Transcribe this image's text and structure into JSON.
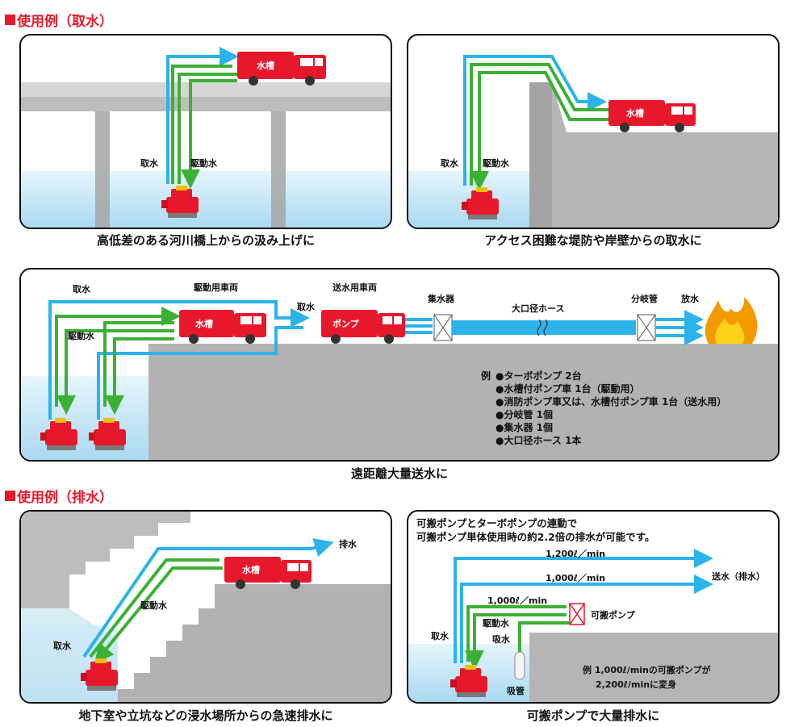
{
  "section_intake": {
    "title": "使用例（取水）"
  },
  "section_drain": {
    "title": "使用例（排水）"
  },
  "panel1": {
    "caption": "高低差のある河川橋上からの汲み上げに",
    "intake": "取水",
    "drive": "駆動水",
    "tank": "水槽"
  },
  "panel2": {
    "caption": "アクセス困難な堤防や岸壁からの取水に",
    "intake": "取水",
    "drive": "駆動水",
    "tank": "水槽"
  },
  "panel3": {
    "caption": "遠距離大量送水に",
    "intake_top": "取水",
    "drive": "駆動水",
    "intake_mid": "取水",
    "drive_vehicle": "駆動用車両",
    "send_vehicle": "送水用車両",
    "tank": "水槽",
    "pump": "ポンプ",
    "collector": "集水器",
    "hose": "大口径ホース",
    "branch": "分岐管",
    "discharge": "放水",
    "example_label": "例",
    "example_items": [
      "●ターボポンプ 2台",
      "●水槽付ポンプ車 1台（駆動用）",
      "●消防ポンプ車又は、水槽付ポンプ車 1台（送水用）",
      "●分岐管 1個",
      "●集水器 1個",
      "●大口径ホース 1本"
    ]
  },
  "panel4": {
    "caption": "地下室や立坑などの浸水場所からの急速排水に",
    "drain": "排水",
    "drive": "駆動水",
    "intake": "取水",
    "tank": "水槽"
  },
  "panel5": {
    "caption": "可搬ポンプで大量排水に",
    "info_line1": "可搬ポンプとターボポンプの連動で",
    "info_line2": "可搬ポンプ単体使用時の約2.2倍の排水が可能です。",
    "flow1": "1,200ℓ／min",
    "flow2": "1,000ℓ／min",
    "flow3": "1,000ℓ／min",
    "send_drain": "送水（排水）",
    "portable_pump": "可搬ポンプ",
    "drive": "駆動水",
    "suction": "吸水",
    "intake": "取水",
    "suction_pipe": "吸管",
    "example_line1": "例 1,000ℓ/minの可搬ポンプが",
    "example_line2": "2,200ℓ/minに変身"
  },
  "colors": {
    "title_red": "#e8182c",
    "truck_red": "#e8182c",
    "hose_blue": "#2bb3ea",
    "hose_green": "#3cb034",
    "water": "#d3ecf8",
    "gray_ground": "#aeaeae"
  }
}
